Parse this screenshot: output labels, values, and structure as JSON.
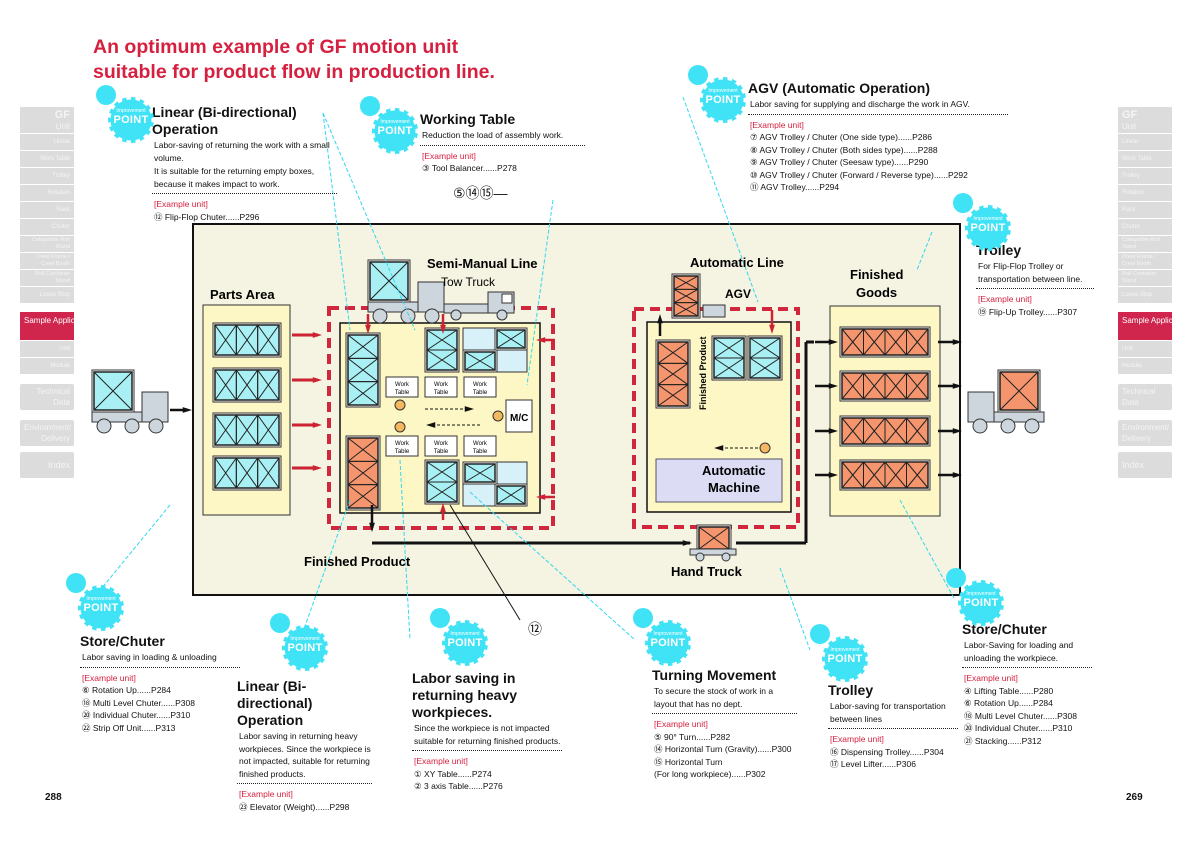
{
  "title": [
    "An optimum example of GF motion unit",
    "suitable for product flow in production line."
  ],
  "badge": {
    "small": "Improvement",
    "big": "POINT",
    "color": "#3fe3f5"
  },
  "accent_color": "#d6203f",
  "side_tabs": {
    "gf_head": "GF",
    "gf_sub": "Unit",
    "gf_items": [
      "Linear",
      "Work Table",
      "Trolley",
      "Rotation",
      "Rack",
      "Chuter",
      "Collapsible Roll Stand",
      "Creel Frame / Creel Booth",
      "Roll Container Stand",
      "Loose Stop"
    ],
    "sample": "Sample Application",
    "sample_items": [
      "Unit",
      "Module"
    ],
    "technical": "Technical Data",
    "environment": "Environment/ Delivery",
    "index": "Index"
  },
  "blocks": {
    "linear_top": {
      "title": "Linear (Bi-directional) Operation",
      "desc": [
        "Labor-saving of returning the work with a small volume.",
        "It is suitable for the returning empty boxes, because it makes impact to work."
      ],
      "example_label": "[Example unit]",
      "items": [
        "⑫ Flip-Flop Chuter......P296"
      ]
    },
    "working_table": {
      "title": "Working Table",
      "desc": [
        "Reduction the load of assembly work."
      ],
      "example_label": "[Example unit]",
      "items": [
        "③ Tool Balancer......P278"
      ]
    },
    "agv": {
      "title": "AGV (Automatic Operation)",
      "desc": [
        "Labor saving for supplying and discharge the work in AGV."
      ],
      "example_label": "[Example unit]",
      "items": [
        "⑦ AGV Trolley / Chuter (One side type)......P286",
        "⑧ AGV Trolley / Chuter (Both sides type)......P288",
        "⑨ AGV Trolley / Chuter (Seesaw type)......P290",
        "⑩ AGV Trolley / Chuter (Forward / Reverse type)......P292",
        "⑪ AGV Trolley......P294"
      ]
    },
    "trolley_top": {
      "title": "Trolley",
      "desc": [
        "For Flip-Flop Trolley or transportation between line."
      ],
      "example_label": "[Example unit]",
      "items": [
        "⑲ Flip-Up Trolley......P307"
      ]
    },
    "store_left": {
      "title": "Store/Chuter",
      "desc": [
        "Labor saving in loading & unloading"
      ],
      "example_label": "[Example unit]",
      "items": [
        "⑥ Rotation Up......P284",
        "⑱ Multi Level Chuter......P308",
        "⑳ Individual Chuter......P310",
        "㉒ Strip Off Unit......P313"
      ]
    },
    "linear_bottom": {
      "title": "Linear (Bi-directional) Operation",
      "desc": [
        "Labor saving in returning heavy workpieces. Since the workpiece is not impacted, suitable for returning finished products."
      ],
      "example_label": "[Example unit]",
      "items": [
        "㉓ Elevator (Weight)......P298"
      ]
    },
    "heavy": {
      "title": "Labor saving in returning heavy workpieces.",
      "desc": [
        "Since the workpiece is not impacted suitable for returning finished products."
      ],
      "example_label": "[Example unit]",
      "items": [
        "① XY Table......P274",
        "② 3 axis Table......P276"
      ]
    },
    "turning": {
      "title": "Turning Movement",
      "desc": [
        "To secure the stock of work in a layout that has no dept."
      ],
      "example_label": "[Example unit]",
      "items": [
        "⑤ 90° Turn......P282",
        "⑭ Horizontal Turn (Gravity)......P300",
        "⑮ Horizontal Turn",
        "(For long workpiece)......P302"
      ]
    },
    "trolley_bottom": {
      "title": "Trolley",
      "desc": [
        "Labor-saving for transportation between lines"
      ],
      "example_label": "[Example unit]",
      "items": [
        "⑯ Dispensing Trolley......P304",
        "⑰ Level Lifter......P306"
      ]
    },
    "store_right": {
      "title": "Store/Chuter",
      "desc": [
        "Labor-Saving for loading and unloading the workpiece."
      ],
      "example_label": "[Example unit]",
      "items": [
        "④ Lifting Table......P280",
        "⑥ Rotation Up......P284",
        "⑱ Multi Level Chuter......P308",
        "⑳ Individual Chuter......P310",
        "㉑ Stacking......P312"
      ]
    }
  },
  "callouts": {
    "c5_14_15": "⑤⑭⑮—",
    "c12": "⑫"
  },
  "diagram": {
    "parts_area": "Parts Area",
    "semi_manual_line": "Semi-Manual Line",
    "tow_truck": "Tow Truck",
    "work_table": "Work Table",
    "mc": "M/C",
    "finished_product": "Finished Product",
    "automatic_line": "Automatic Line",
    "agv": "AGV",
    "automatic_machine": [
      "Automatic",
      "Machine"
    ],
    "finished_goods": [
      "Finished",
      "Goods"
    ],
    "hand_truck": "Hand Truck",
    "colors": {
      "background": "#f5f3e2",
      "area": "#fdf7c6",
      "crate_blue": "#a8f0f4",
      "crate_orange": "#f4956e",
      "dashed_red": "#d0263e",
      "arrow_red": "#cc2233",
      "leader": "#30d8f0"
    }
  },
  "page_numbers": {
    "left": "288",
    "right": "269"
  }
}
